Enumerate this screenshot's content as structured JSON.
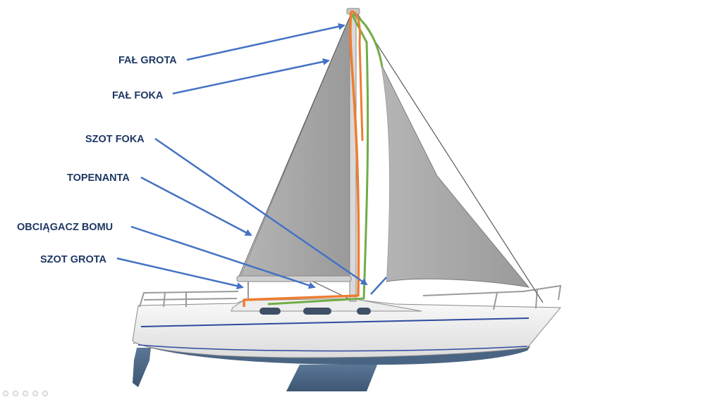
{
  "labels": {
    "main_halyard": "FAŁ GROTA",
    "jib_halyard": "FAŁ FOKA",
    "jib_sheet": "SZOT FOKA",
    "topping_lift": "TOPENANTA",
    "boom_vang": "OBCIĄGACZ BOMU",
    "main_sheet": "SZOT GROTA"
  },
  "colors": {
    "label_text": "#1f3864",
    "arrow": "#4472c4",
    "sail": "#a6a6a6",
    "hull": "#f2f2f2",
    "keel": "#4a6583",
    "rope_orange": "#ed7d31",
    "rope_green": "#70ad47",
    "waterline_stripe": "#2e4a9e"
  },
  "icons": [
    "slide-nav-dot-icon",
    "slide-nav-dot-icon",
    "slide-nav-dot-icon",
    "slide-nav-dot-icon",
    "slide-nav-dot-icon"
  ]
}
